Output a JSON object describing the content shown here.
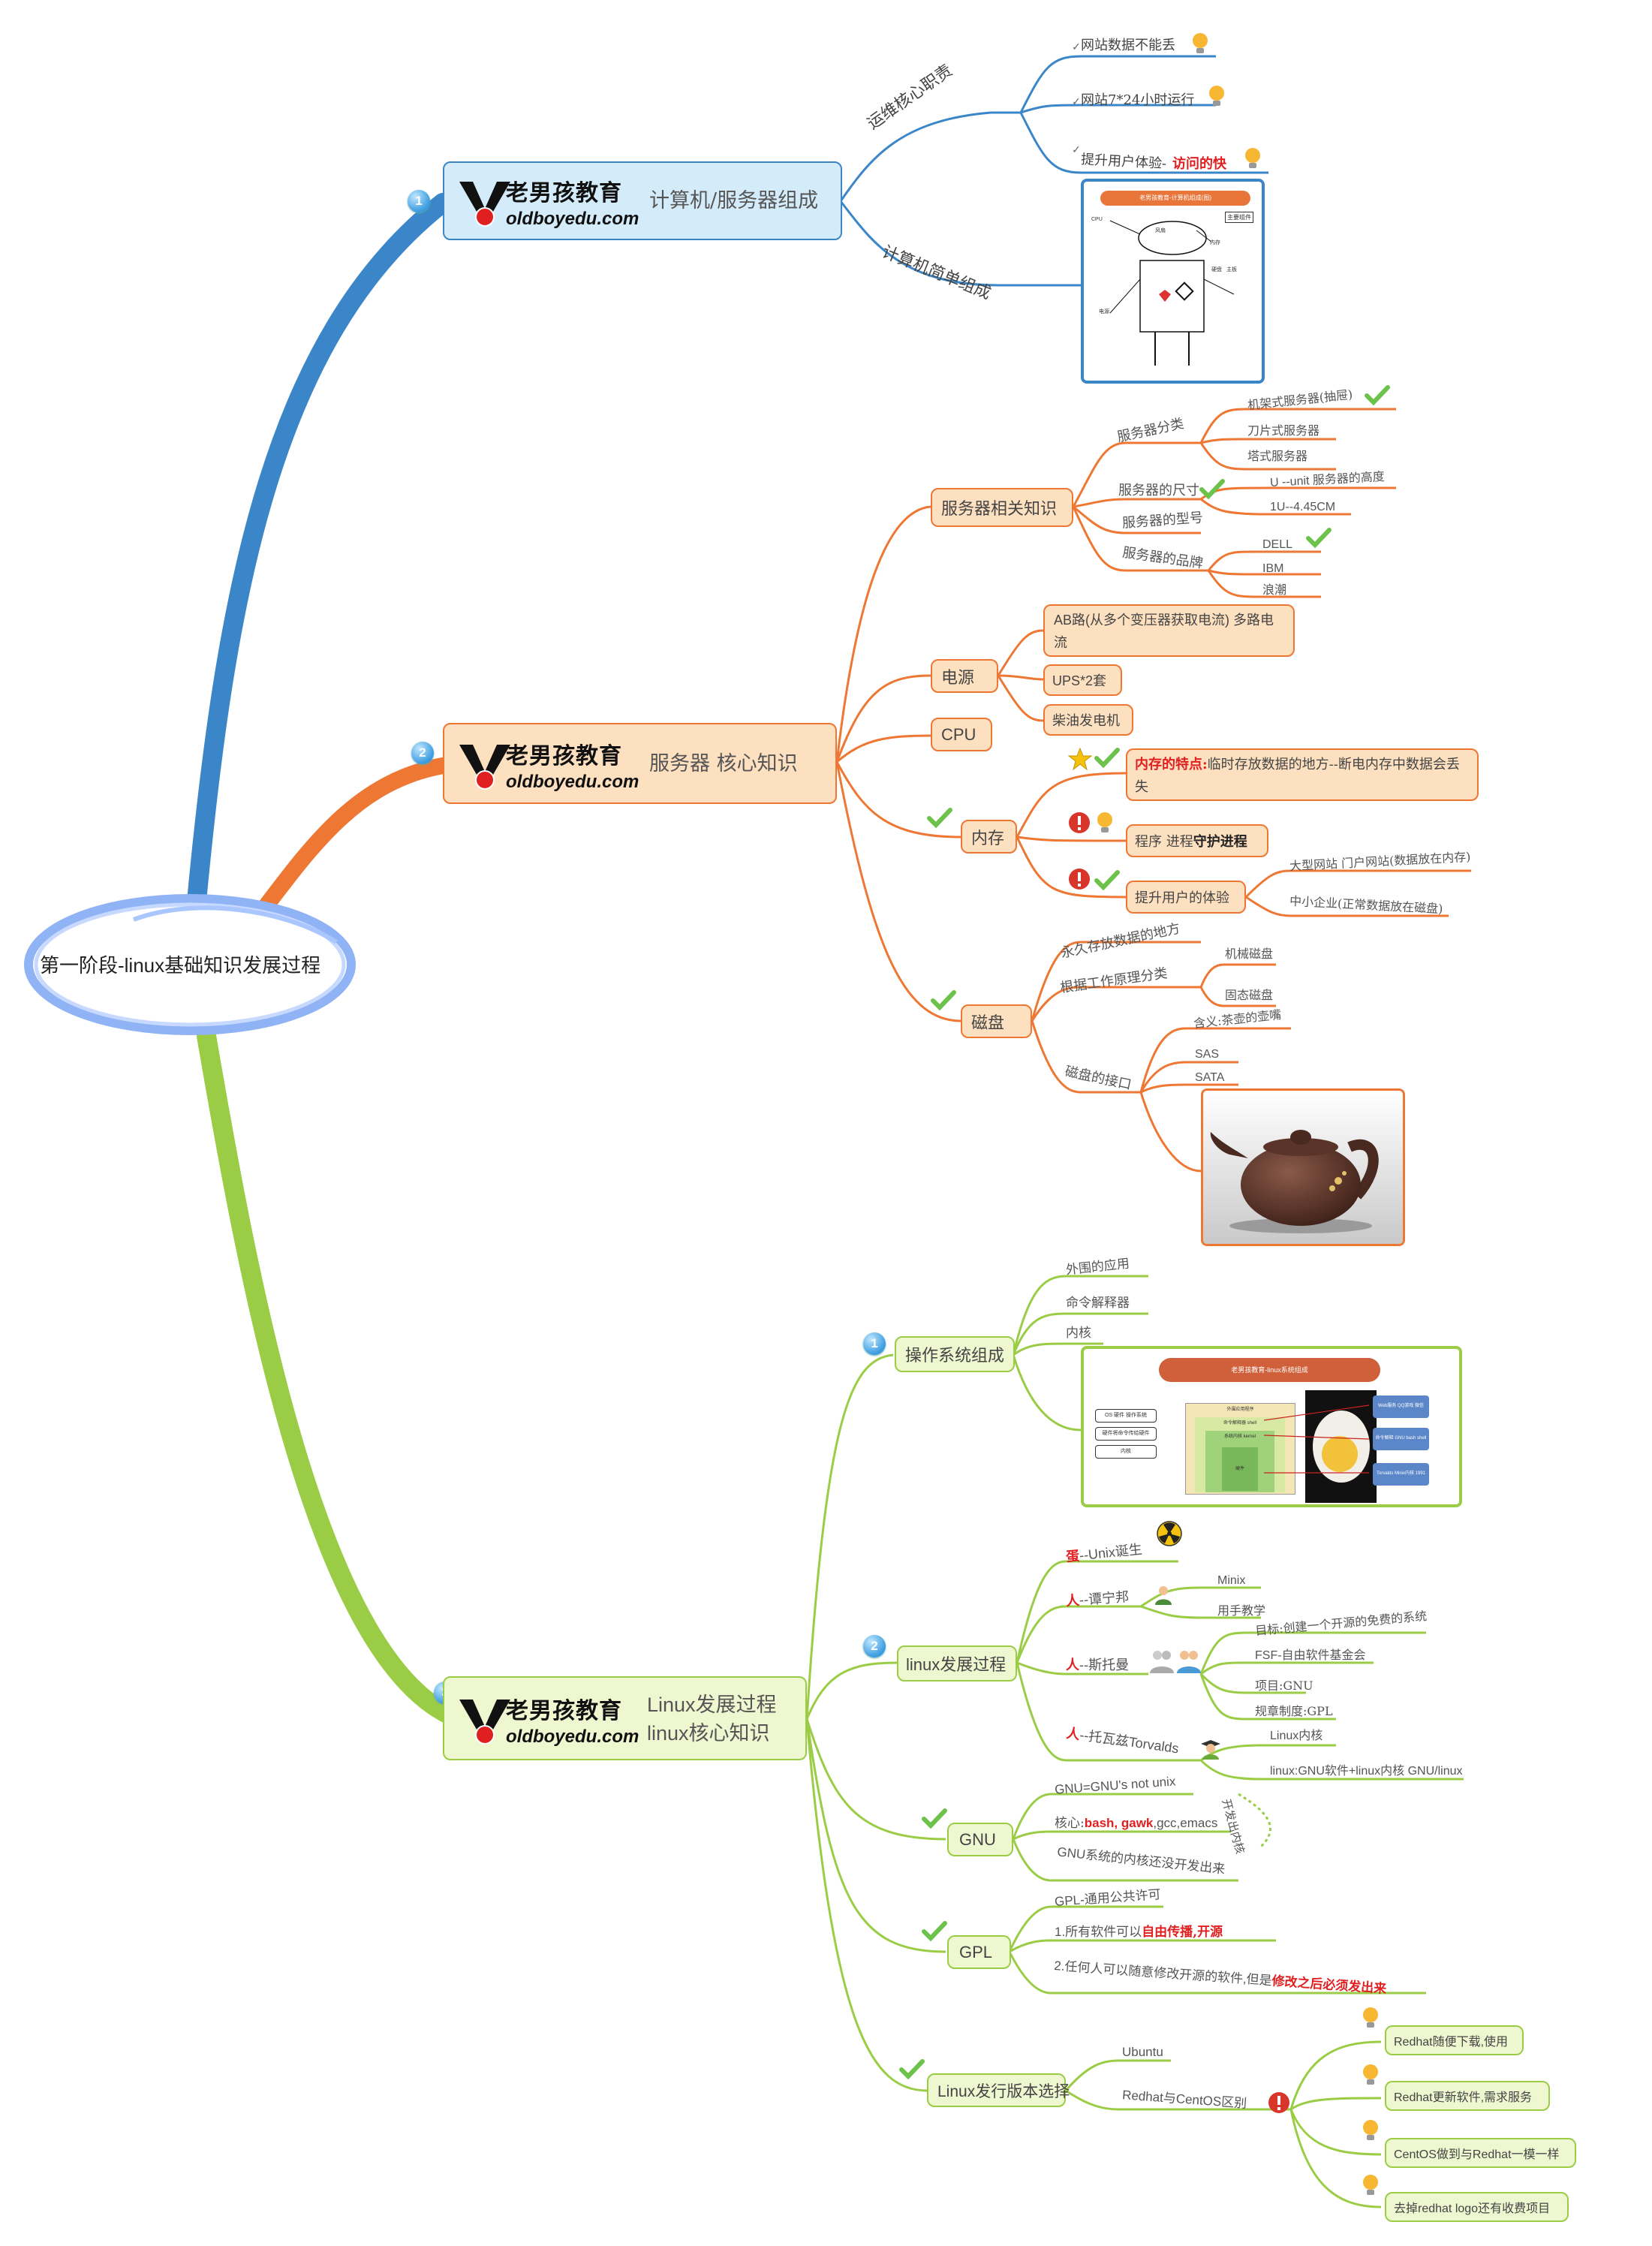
{
  "central": {
    "title": "第一阶段-linux基础知识发展过程"
  },
  "logo": {
    "cn": "老男孩教育",
    "en": "oldboyedu.com"
  },
  "branch1": {
    "number": "1",
    "title": "计算机/服务器组成",
    "ops": "运维核心职责",
    "ops_items": [
      "网站数据不能丢",
      "网站7*24小时运行",
      "提升用户体验-",
      "访问的快"
    ],
    "simple": "计算机简单组成"
  },
  "branch2": {
    "number": "2",
    "title": "服务器 核心知识",
    "server": "服务器相关知识",
    "server_class": "服务器分类",
    "server_class_items": [
      "机架式服务器(抽屉)",
      "刀片式服务器",
      "塔式服务器"
    ],
    "server_size": "服务器的尺寸",
    "server_size_items": [
      "U --unit 服务器的高度",
      "1U--4.45CM"
    ],
    "server_model": "服务器的型号",
    "server_brand": "服务器的品牌",
    "server_brand_items": [
      "DELL",
      "IBM",
      "浪潮"
    ],
    "power": "电源",
    "power_items": [
      "AB路(从多个变压器获取电流) 多路电",
      "流",
      "UPS*2套",
      "柴油发电机"
    ],
    "cpu": "CPU",
    "memory": "内存",
    "mem_feature_label": "内存的特点:",
    "mem_feature_text": "临时存放数据的地方--断电内存中数据会丢",
    "mem_feature_text2": "失",
    "mem_proc_a": "程序 进程 ",
    "mem_proc_b": "守护进程",
    "mem_exp": "提升用户的体验",
    "mem_exp_items": [
      "大型网站 门户网站(数据放在内存)",
      "中小企业(正常数据放在磁盘)"
    ],
    "disk": "磁盘",
    "disk_perm": "永久存放数据的地方",
    "disk_class": "根据工作原理分类",
    "disk_class_items": [
      "机械磁盘",
      "固态磁盘"
    ],
    "disk_iface": "磁盘的接口",
    "disk_iface_items": [
      "含义:茶壶的壶嘴",
      "SAS",
      "SATA"
    ]
  },
  "branch3": {
    "number": "3",
    "title_1": "Linux发展过程",
    "title_2": "linux核心知识",
    "os": {
      "number": "1",
      "title": "操作系统组成",
      "items": [
        "外围的应用",
        "命令解释器",
        "内核"
      ]
    },
    "history": {
      "number": "2",
      "title": "linux发展过程",
      "unix_a": "蛋",
      "unix_b": "--Unix诞生",
      "tan_a": "人",
      "tan_b": "--谭宁邦",
      "minix": [
        "Minix",
        "用手教学"
      ],
      "stallman_a": "人",
      "stallman_b": "--斯托曼",
      "stallman_items": [
        "目标:创建一个开源的免费的系统",
        "FSF-自由软件基金会",
        "项目:GNU",
        "规章制度:GPL"
      ],
      "linus_a": "人",
      "linus_b": "--托瓦兹Torvalds",
      "linus_items": [
        "Linux内核",
        "linux:GNU软件+linux内核 GNU/linux"
      ],
      "vertical": "开发出内核"
    },
    "gnu": {
      "title": "GNU",
      "items": [
        "GNU=GNU's not unix"
      ],
      "core_a": "核心:",
      "core_b": "bash, gawk",
      "core_c": ",gcc,emacs",
      "kernel": "GNU系统的内核还没开发出来"
    },
    "gpl": {
      "title": "GPL",
      "item1": "GPL-通用公共许可",
      "item2_a": "1.所有软件可以",
      "item2_b": "自由传播,开源",
      "item3_a": "2.任何人可以随意修改开源的软件,但是",
      "item3_b": "修改之后必须发出来"
    },
    "distro": {
      "title": "Linux发行版本选择",
      "ubuntu": "Ubuntu",
      "diff": "Redhat与CentOS区别",
      "diff_items": [
        "Redhat随便下载,使用",
        "Redhat更新软件,需求服务",
        "CentOS做到与Redhat一模一样",
        "去掉redhat logo还有收费项目"
      ]
    }
  },
  "thumb1": {
    "title": "老男孩教育-计算机组成(图)",
    "side": "主要组件",
    "labels": [
      "CPU",
      "内存",
      "风扇",
      "硬盘",
      "主板",
      "电源"
    ]
  },
  "thumb2": {
    "title": "老男孩教育-linux系统组成",
    "left": [
      "OS 硬件 操作系统",
      "硬件将命令传给硬件",
      "内核"
    ],
    "stack": [
      "外围应用程序",
      "命令解释器 shell",
      "系统内核 kernel",
      "硬件"
    ],
    "right": [
      "Web服务 QQ游戏 微信",
      "命令解释 GNU bash shell",
      "Torvalds Minix内核 1991"
    ]
  },
  "colors": {
    "blue": "#3a86c8",
    "orange": "#ee7733",
    "green": "#9acd45",
    "nodeBlue": "#d4ecfa",
    "nodeOrange": "#fde0c0",
    "nodeGreen": "#eef7d0"
  }
}
